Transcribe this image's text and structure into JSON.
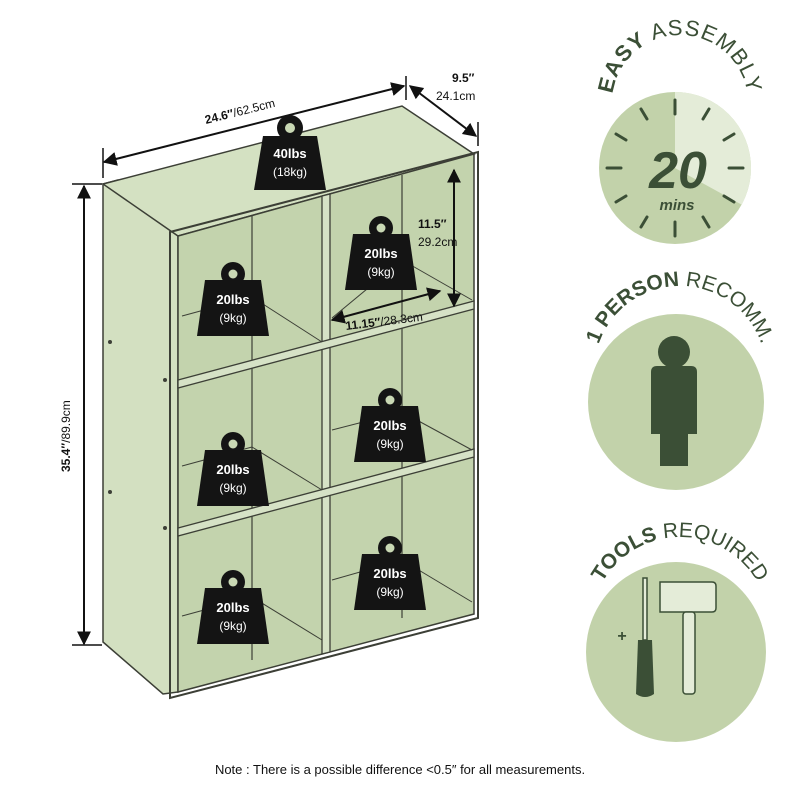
{
  "colors": {
    "panel_face": "#c9d8b4",
    "panel_edge": "#3c3f36",
    "cubby_side": "#bccda6",
    "dark_green": "#3b4f36",
    "circle_light": "#c2d2aa",
    "circle_lighter": "#e4ecd8",
    "weight_fill": "#141414",
    "weight_text": "#ffffff"
  },
  "dimensions": {
    "width_in": "24.6″",
    "width_cm": "/62.5cm",
    "depth_in": "9.5″",
    "depth_cm": "24.1cm",
    "height_in": "35.4″",
    "height_cm": "/89.9cm",
    "cubby_height_in": "11.5″",
    "cubby_height_cm": "29.2cm",
    "cubby_width_in": "11.15″",
    "cubby_width_cm": "/28.3cm"
  },
  "weights": {
    "top": {
      "lbs": "40lbs",
      "kg": "(18kg)"
    },
    "cubby": [
      {
        "lbs": "20lbs",
        "kg": "(9kg)"
      },
      {
        "lbs": "20lbs",
        "kg": "(9kg)"
      },
      {
        "lbs": "20lbs",
        "kg": "(9kg)"
      },
      {
        "lbs": "20lbs",
        "kg": "(9kg)"
      },
      {
        "lbs": "20lbs",
        "kg": "(9kg)"
      },
      {
        "lbs": "20lbs",
        "kg": "(9kg)"
      }
    ]
  },
  "badges": {
    "assembly": {
      "bold": "EASY",
      "light": " ASSEMBLY",
      "minutes": "20",
      "unit": "mins",
      "elapsed_fraction": 0.33
    },
    "person": {
      "bold": "1 PERSON",
      "light": " RECOMM.",
      "icon": "person-icon"
    },
    "tools": {
      "bold": "TOOLS",
      "light": " REQUIRED",
      "icons": [
        "screwdriver-icon",
        "hammer-icon"
      ]
    }
  },
  "note": "Note : There is a possible difference <0.5″ for all measurements."
}
